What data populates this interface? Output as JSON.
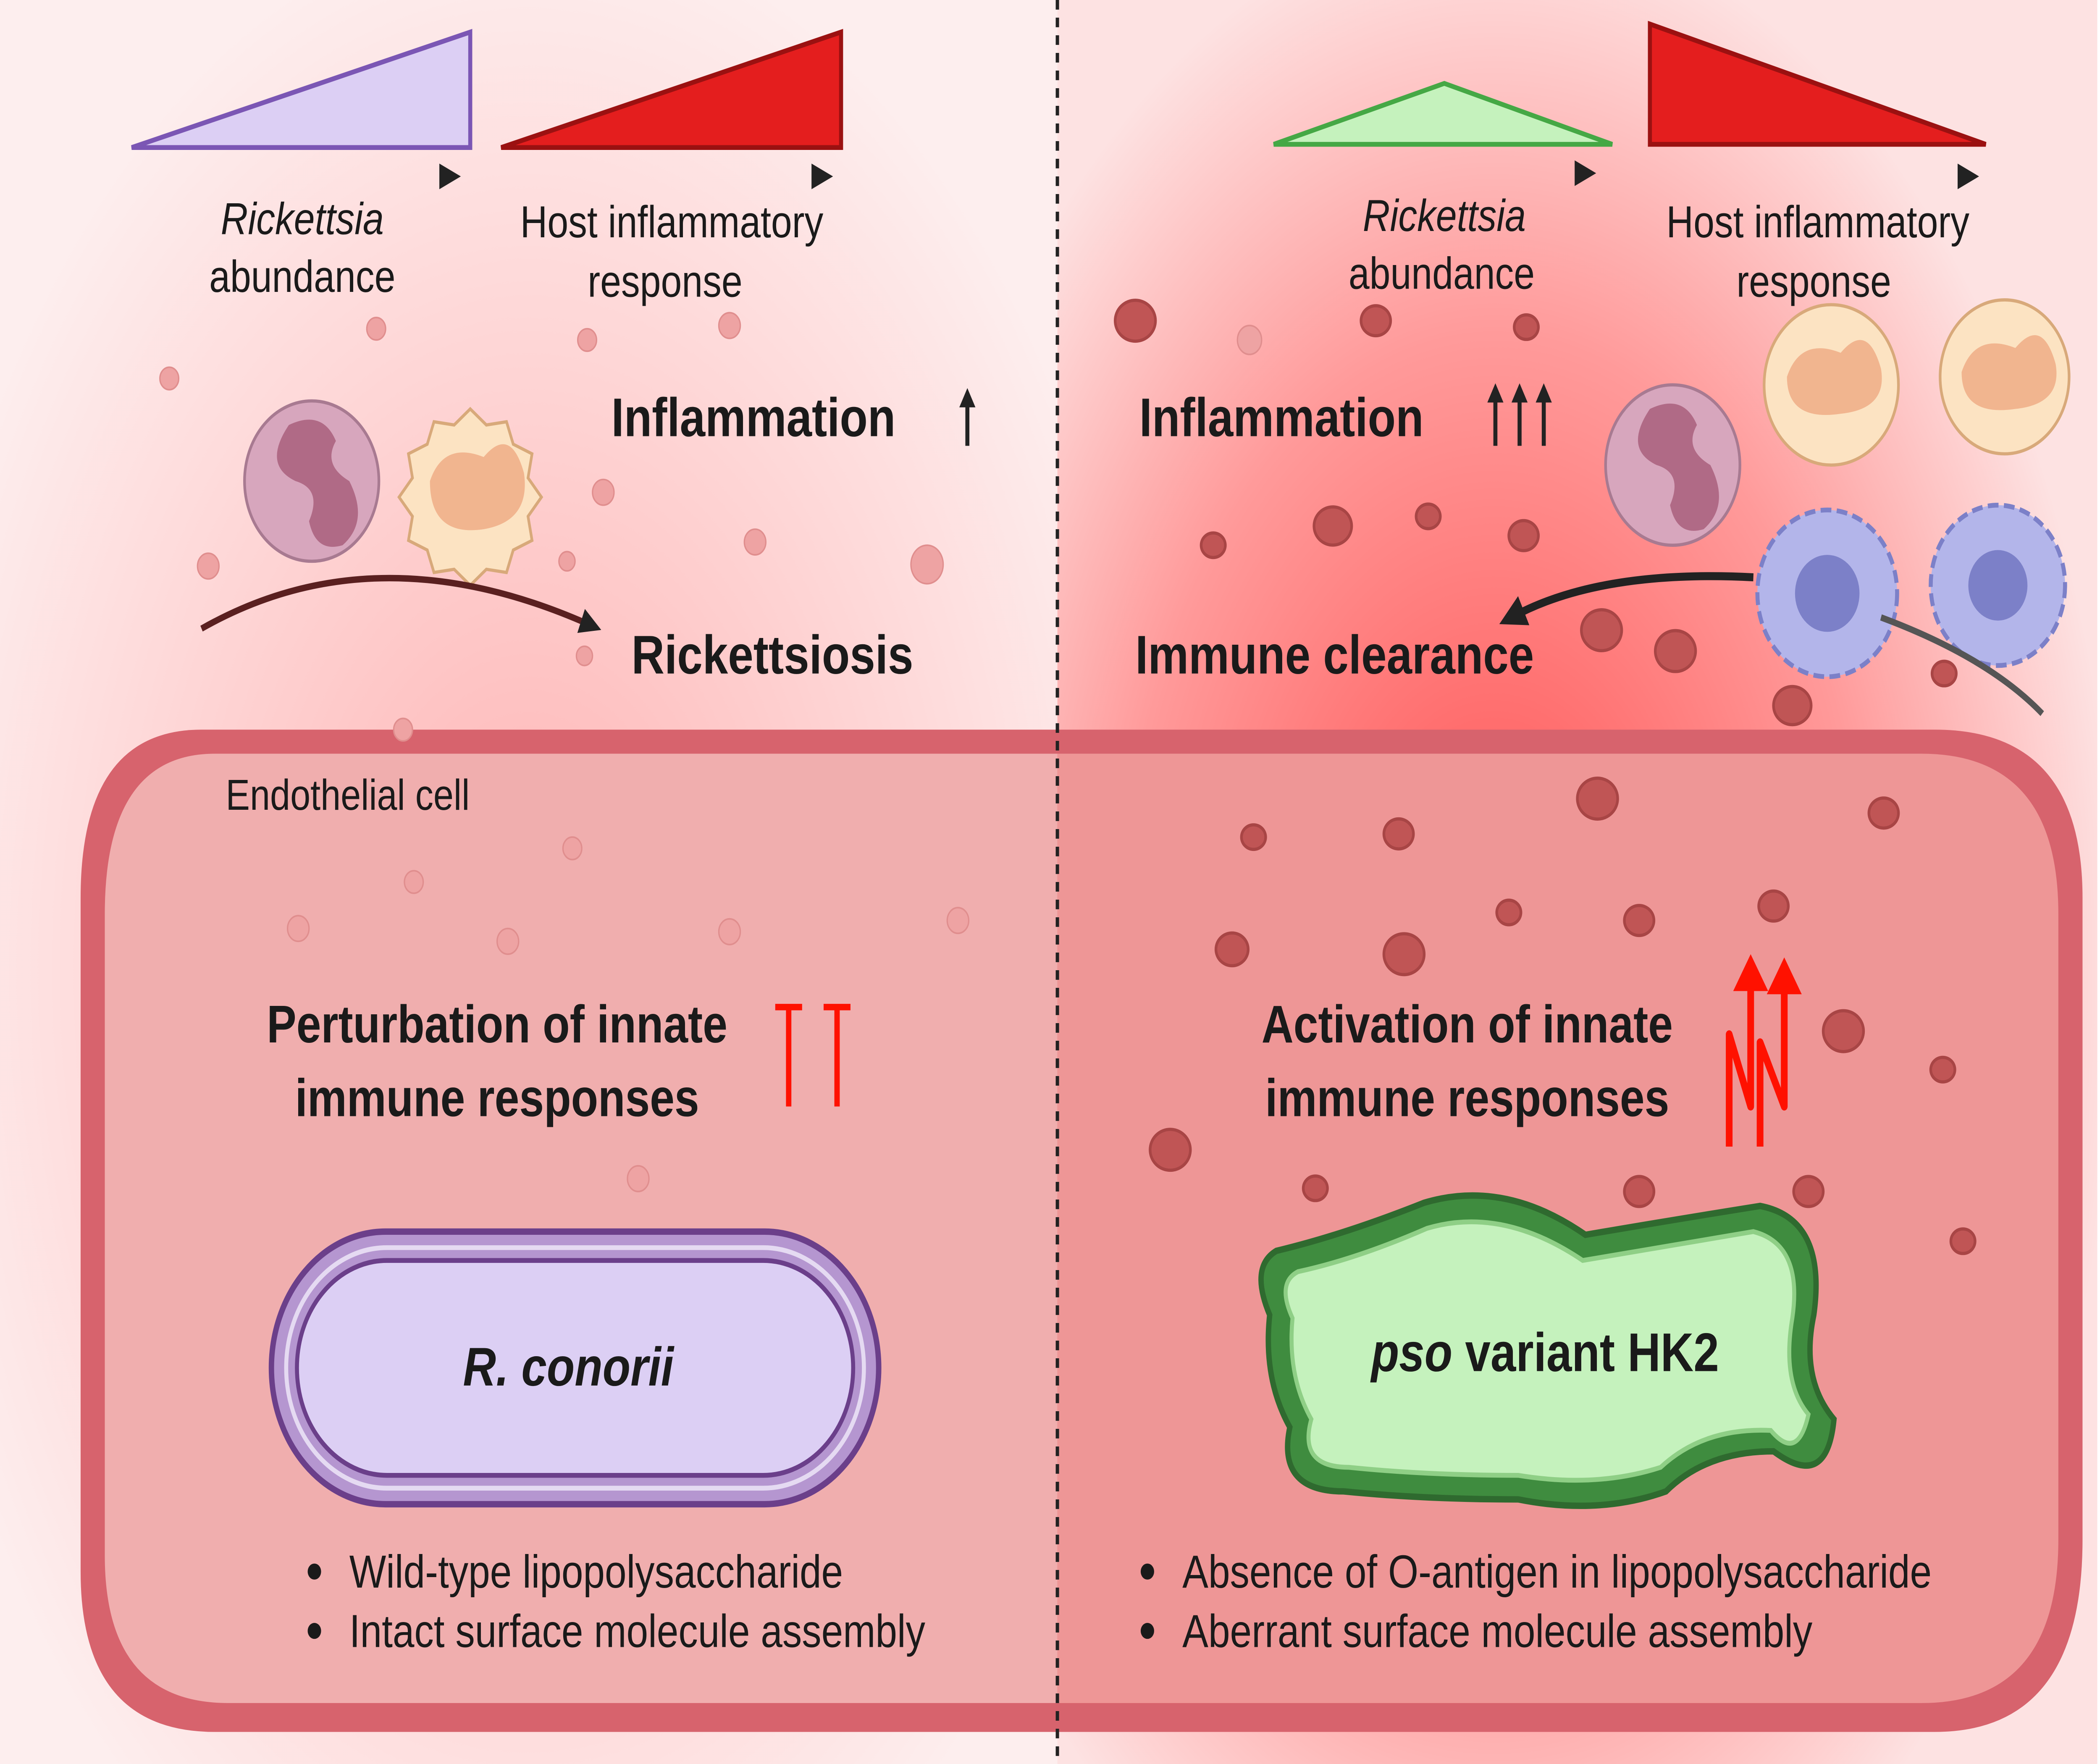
{
  "colors": {
    "left_bg": "#fce9e9",
    "right_glow": "#ff5a5a",
    "cell_membrane": "#d7636d",
    "cell_left_fill": "#f0aeae",
    "cell_right_fill": "#ee9696",
    "wildtype_fill": "#dccff4",
    "wildtype_stroke": "#6b3f8a",
    "variant_fill": "#c5f2bd",
    "variant_stroke": "#2f6a2f",
    "abundance_left": "#dccff4",
    "abundance_right": "#c5f2bd",
    "inflammatory": "#e41e1e",
    "up_arrow_red": "#ff1100"
  },
  "left": {
    "abundance_label_italic": "Rickettsia",
    "abundance_label": "abundance",
    "inflammatory_label_1": "Host inflammatory",
    "inflammatory_label_2": "response",
    "inflammation": "Inflammation",
    "outcome": "Rickettsiosis",
    "response_1": "Perturbation of innate",
    "response_2": "immune responses",
    "bacterium": "R. conorii",
    "bullets": [
      "Wild-type lipopolysaccharide",
      "Intact surface molecule assembly"
    ]
  },
  "right": {
    "abundance_label_italic": "Rickettsia",
    "abundance_label": "abundance",
    "inflammatory_label_1": "Host inflammatory",
    "inflammatory_label_2": "response",
    "inflammation": "Inflammation",
    "outcome": "Immune clearance",
    "response_1": "Activation of innate",
    "response_2": "immune responses",
    "bacterium_italic": "pso",
    "bacterium": " variant HK2",
    "bullets": [
      "Absence of O-antigen in lipopolysaccharide",
      "Aberrant surface molecule assembly"
    ]
  },
  "cell_label": "Endothelial cell",
  "icons": [
    "neutrophil-icon",
    "macrophage-icon",
    "dendritic-cell-icon",
    "red-blood-cell-icon",
    "up-arrow-icon",
    "inhibition-icon",
    "activation-arrow-icon"
  ]
}
